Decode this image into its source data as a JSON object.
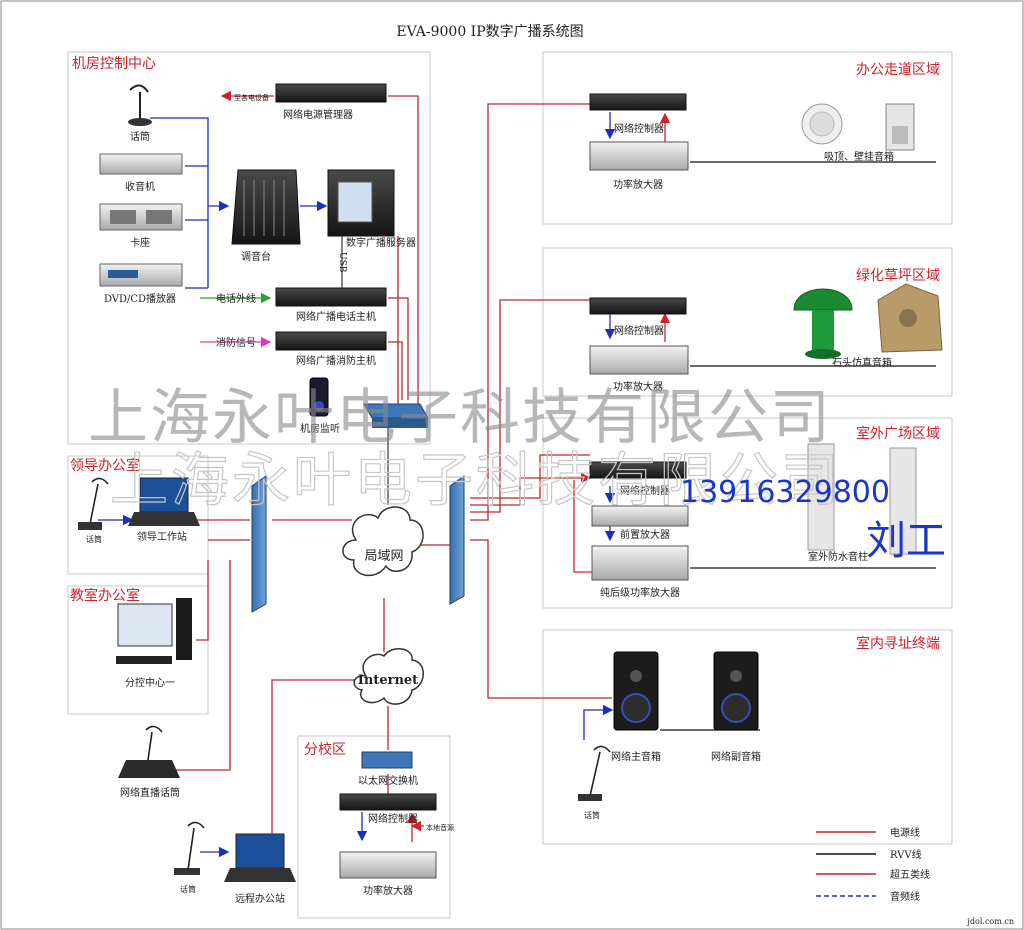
{
  "title": "EVA-9000 IP数字广播系统图",
  "zones": {
    "control_room": "机房控制中心",
    "leader_office": "领导办公室",
    "teacher_office": "教室办公室",
    "branch": "分校区",
    "office_corridor": "办公走道区域",
    "lawn": "绿化草坪区域",
    "outdoor_square": "室外广场区域",
    "indoor": "室内寻址终端"
  },
  "labels": {
    "mic": "话筒",
    "radio": "收音机",
    "cassette": "卡座",
    "dvd": "DVD/CD播放器",
    "mixer": "调音台",
    "server": "数字广播服务器",
    "usb": "USB",
    "power_manager": "网络电源管理器",
    "to_each_device": "至各电设备",
    "phone_line": "电话外线",
    "phone_host": "网络广播电话主机",
    "fire_signal": "消防信号",
    "fire_host": "网络广播消防主机",
    "monitor": "机房监听",
    "leader_ws": "领导工作站",
    "sub_control": "分控中心一",
    "paging_mic": "网络直播话筒",
    "remote_office": "远程办公站",
    "lan": "局域网",
    "internet": "Internet",
    "eth_switch": "以太网交换机",
    "net_controller": "网络控制器",
    "local_audio": "本地音源",
    "power_amp": "功率放大器",
    "ceiling_speaker": "吸顶、壁挂音箱",
    "rock_speaker": "石头仿真音箱",
    "pre_amp": "前置放大器",
    "pure_amp": "纯后级功率放大器",
    "outdoor_column": "室外防水音柱",
    "main_speaker": "网络主音箱",
    "sub_speaker": "网络副音箱"
  },
  "legend": {
    "power": "电源线",
    "rvv": "RVV线",
    "cat5": "超五类线",
    "audio": "音频线"
  },
  "watermark": {
    "company": "上海永叶电子科技有限公司",
    "phone": "13916329800",
    "contact": "刘工"
  },
  "credit": "jdol.com.cn",
  "colors": {
    "zone_title": "#d2202c",
    "power_line": "#b52a2a",
    "audio_line": "#1b2fb8",
    "phone_line": "#27a327",
    "fire_line": "#e237c8",
    "switch_blue": "#4f86c2"
  }
}
